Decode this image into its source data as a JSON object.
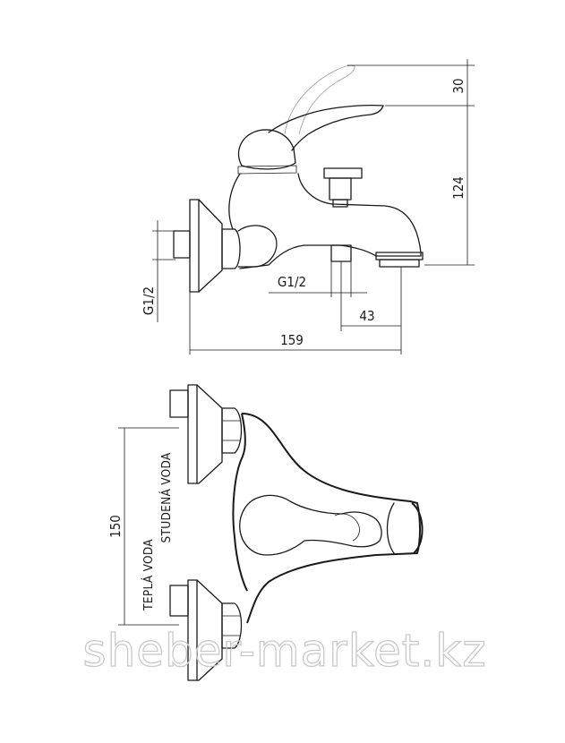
{
  "side_view": {
    "dim_handle_height": "30",
    "dim_body_height": "124",
    "dim_inlet_thread": "G1/2",
    "dim_outlet_thread": "G1/2",
    "dim_outlet_offset": "43",
    "dim_total_length": "159"
  },
  "top_view": {
    "dim_inlet_spacing": "150",
    "label_cold_water": "STUDENÁ VODA",
    "label_hot_water": "TEPLÁ VODA"
  },
  "watermark": "sheber-market.kz"
}
